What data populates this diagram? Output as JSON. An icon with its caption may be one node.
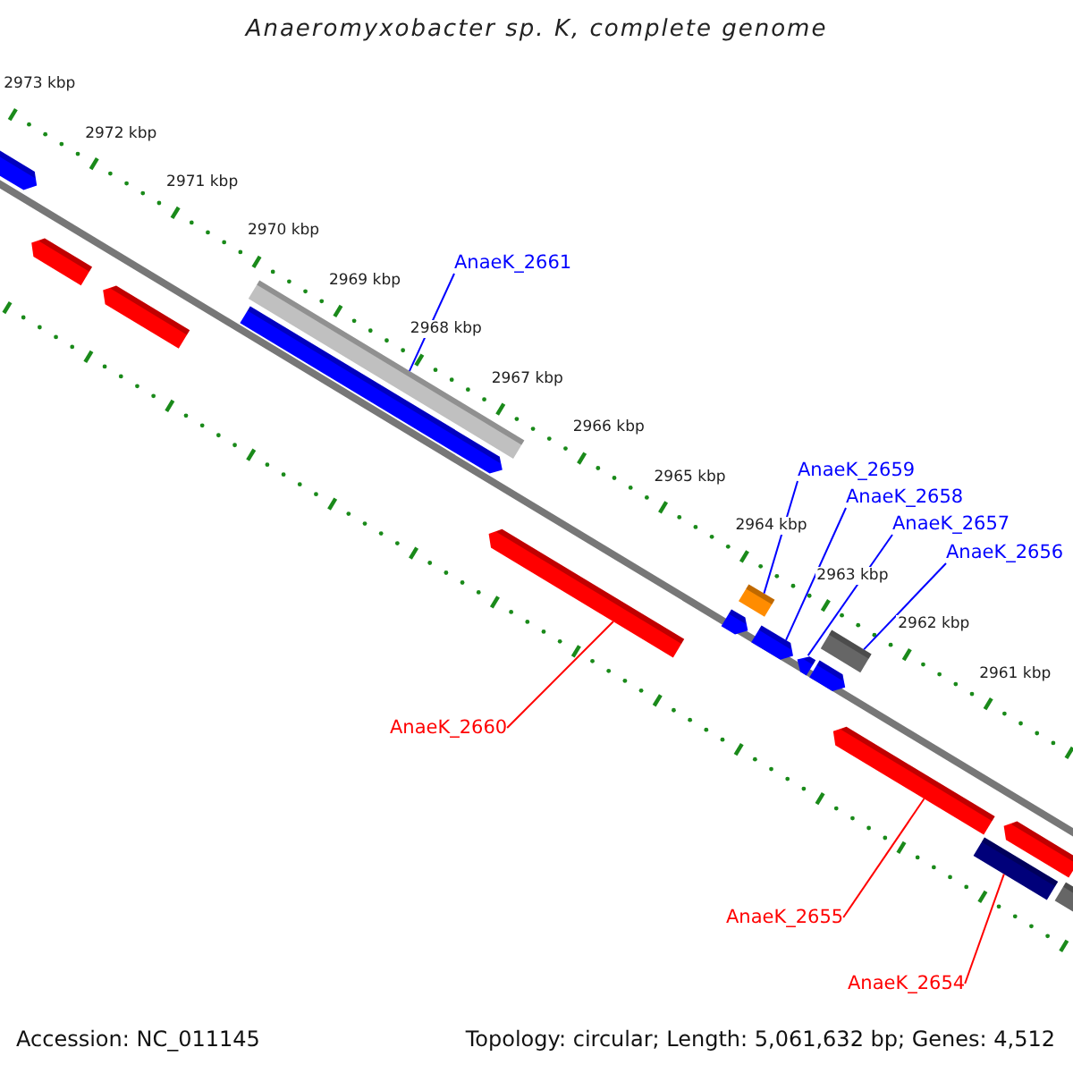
{
  "diagram": {
    "title": "Anaeromyxobacter sp. K, complete genome",
    "nodes": [
      {
        "text": [
          "AnaeK_2661"
        ]
      },
      {
        "text": [
          "AnaeK_2659"
        ]
      },
      {
        "text": [
          "AnaeK_2658"
        ]
      },
      {
        "text": [
          "AnaeK_2657"
        ]
      },
      {
        "text": [
          "AnaeK_2656"
        ]
      },
      {
        "text": [
          "AnaeK_2660"
        ]
      },
      {
        "text": [
          "AnaeK_2655"
        ]
      },
      {
        "text": [
          "AnaeK_2654"
        ]
      },
      {
        "text": [],
        "shape": "bar"
      },
      {
        "text": [],
        "shape": "bar"
      },
      {
        "text": [],
        "shape": "bar"
      },
      {
        "text": [],
        "shape": "bar"
      },
      {
        "text": [],
        "shape": "bar"
      },
      {
        "text": [],
        "shape": "bar"
      },
      {
        "text": [],
        "shape": "bar"
      },
      {
        "text": [],
        "shape": "bar"
      },
      {
        "text": [],
        "shape": "bar"
      },
      {
        "text": [],
        "shape": "bar"
      },
      {
        "text": [],
        "shape": "bar"
      },
      {
        "text": [],
        "shape": "bar"
      },
      {
        "text": [],
        "shape": "bar"
      },
      {
        "text": [],
        "shape": "bar"
      },
      {
        "text": [],
        "shape": "bar"
      },
      {
        "text": [],
        "shape": "bar"
      }
    ],
    "edges": [
      {
        "from": 0,
        "to": 11,
        "arrow": "none"
      },
      {
        "from": 1,
        "to": 15,
        "arrow": "none"
      },
      {
        "from": 2,
        "to": 16,
        "arrow": "none"
      },
      {
        "from": 3,
        "to": 17,
        "arrow": "none"
      },
      {
        "from": 4,
        "to": 19,
        "arrow": "none"
      },
      {
        "from": 5,
        "to": 13,
        "arrow": "none",
        "color": "#ff0000"
      },
      {
        "from": 6,
        "to": 20,
        "arrow": "none",
        "color": "#ff0000"
      },
      {
        "from": 7,
        "to": 21,
        "arrow": "none",
        "color": "#ff0000"
      }
    ],
    "labels": [
      "2973 kbp",
      "2972 kbp",
      "2971 kbp",
      "2970 kbp",
      "2969 kbp",
      "2968 kbp",
      "2967 kbp",
      "2966 kbp",
      "2965 kbp",
      "2964 kbp",
      "2963 kbp",
      "2962 kbp",
      "2961 kbp",
      "Accession: NC_011145",
      "Topology: circular; Length: 5,061,632 bp; Genes: 4,512"
    ]
  }
}
